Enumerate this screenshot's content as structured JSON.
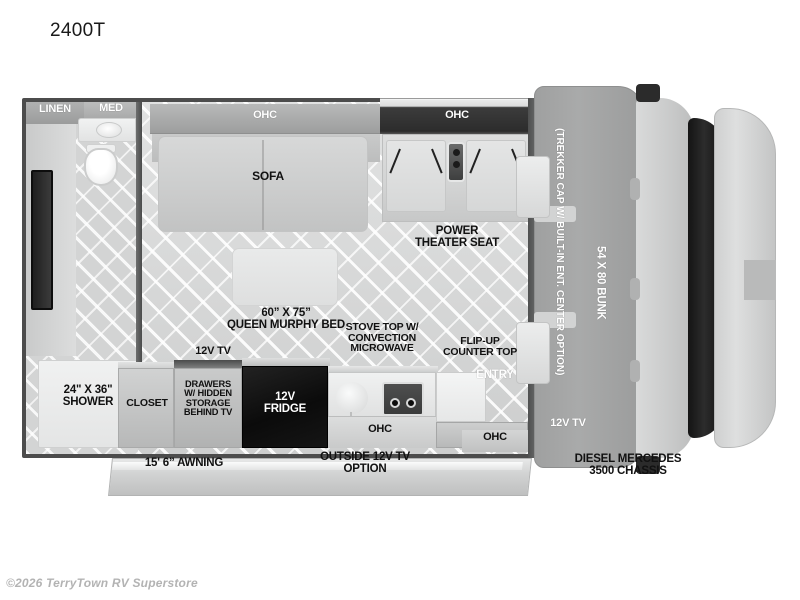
{
  "page": {
    "model_title": "2400T",
    "copyright": "©2026 TerryTown RV Superstore"
  },
  "floorplan": {
    "bathroom": {
      "linen": "LINEN",
      "med": "MED",
      "shower": "24\" X 36\"\nSHOWER"
    },
    "living": {
      "ohc_left": "OHC",
      "ohc_right": "OHC",
      "sofa": "SOFA",
      "murphy_bed": "60” X 75”\nQUEEN MURPHY BED",
      "theater_seat": "POWER\nTHEATER SEAT"
    },
    "galley": {
      "tv_12v": "12V TV",
      "closet": "CLOSET",
      "drawers": "DRAWERS\nW/ HIDDEN\nSTORAGE\nBEHIND TV",
      "fridge": "12V\nFRIDGE",
      "stove": "STOVE TOP W/\nCONVECTION\nMICROWAVE",
      "flipup_counter": "FLIP-UP\nCOUNTER TOP",
      "entry": "ENTRY",
      "ohc_lower_left": "OHC",
      "ohc_lower_right": "OHC"
    },
    "cab": {
      "trekker_cap": "(TREKKER CAP W/ BUILT-IN ENT. CENTER OPTION)",
      "bunk": "54 X 80 BUNK",
      "cab_tv": "12V TV"
    },
    "exterior": {
      "awning": "15' 6” AWNING",
      "outside_tv": "OUTSIDE 12V TV\nOPTION",
      "chassis": "DIESEL MERCEDES\n3500 CHASSIS"
    }
  },
  "colors": {
    "wall_dark": "#4c4c4c",
    "floor_light": "#d9dada",
    "cab_gray": "#a2a3a3",
    "windshield_black": "#1a1a1a",
    "text_dark": "#111111",
    "text_light": "#ffffff",
    "footer_gray": "#b3b3b3"
  }
}
